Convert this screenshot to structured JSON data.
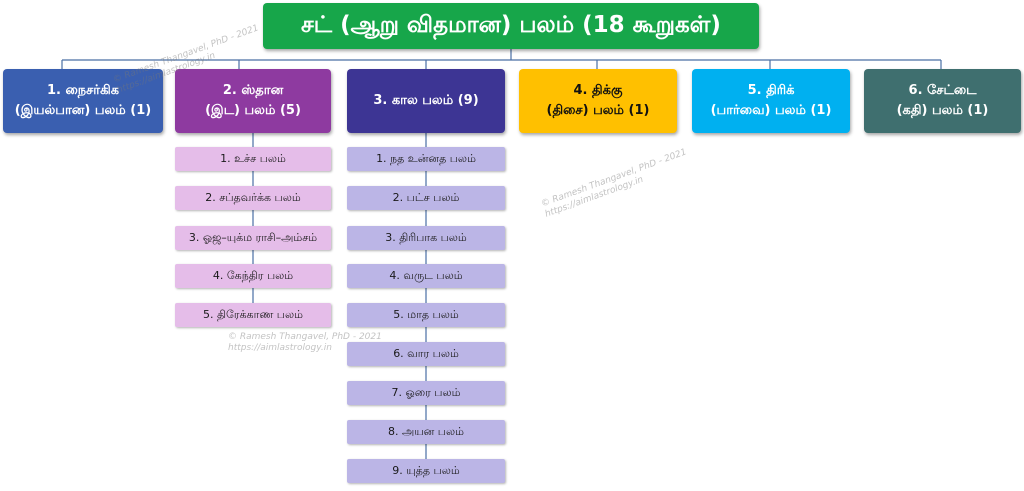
{
  "title": "சட் (ஆறு விதமான) பலம் (18 கூறுகள்)",
  "colors": {
    "title_bg": "#17a64a",
    "connector": "#4a6fa5",
    "cat1": "#3a5fb0",
    "cat2": "#8e3aa0",
    "cat3": "#3d3594",
    "cat4": "#ffc000",
    "cat5": "#00b0f0",
    "cat6": "#3f6f6f",
    "sub_pink": "#e5bde9",
    "sub_lavender": "#bbb5e6"
  },
  "categories": [
    {
      "line1": "1. நைசர்கிக",
      "line2": "(இயல்பான) பலம் (1)"
    },
    {
      "line1": "2. ஸ்தான",
      "line2": "(இட) பலம் (5)"
    },
    {
      "line1": "3. கால பலம் (9)",
      "line2": ""
    },
    {
      "line1": "4. திக்கு",
      "line2": "(திசை) பலம் (1)"
    },
    {
      "line1": "5. திரிக்",
      "line2": "(பார்வை) பலம் (1)"
    },
    {
      "line1": "6. சேட்டை",
      "line2": "(கதி) பலம் (1)"
    }
  ],
  "sthana_items": [
    "1. உச்ச பலம்",
    "2. சப்தவர்க்க பலம்",
    "3. ஓஜ–யுக்ம ராசி–அம்சம்",
    "4. கேந்திர பலம்",
    "5. திரேக்காண பலம்"
  ],
  "kaala_items": [
    "1. நத உன்னத பலம்",
    "2. பட்ச பலம்",
    "3. திரிபாக பலம்",
    "4. வருட பலம்",
    "5. மாத பலம்",
    "6. வார பலம்",
    "7. ஓரை பலம்",
    "8. அயன பலம்",
    "9. யுத்த பலம்"
  ],
  "watermark": {
    "line1": "© Ramesh Thangavel, PhD - 2021",
    "line2": "https://aimlastrology.in"
  }
}
